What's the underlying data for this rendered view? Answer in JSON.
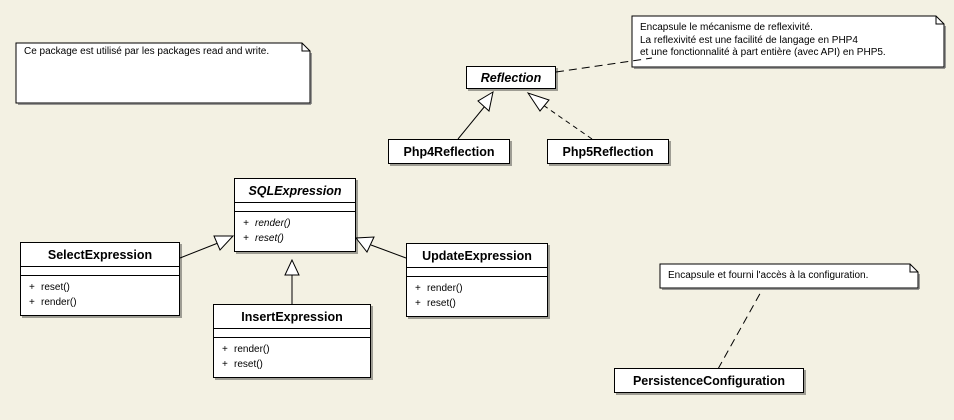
{
  "notes": {
    "package": "Ce package est utilisé par les packages read and write.",
    "reflection": [
      "Encapsule le mécanisme de reflexivité.",
      "La reflexivité est une facilité de langage en PHP4",
      "et une fonctionnalité à part entière (avec API) en PHP5."
    ],
    "config": "Encapsule et fourni l'accès à la configuration."
  },
  "classes": {
    "reflection": {
      "name": "Reflection"
    },
    "php4": {
      "name": "Php4Reflection"
    },
    "php5": {
      "name": "Php5Reflection"
    },
    "sql": {
      "name": "SQLExpression",
      "ops": [
        {
          "vis": "+",
          "sig": "render()"
        },
        {
          "vis": "+",
          "sig": "reset()"
        }
      ]
    },
    "select": {
      "name": "SelectExpression",
      "ops": [
        {
          "vis": "+",
          "sig": "reset()"
        },
        {
          "vis": "+",
          "sig": "render()"
        }
      ]
    },
    "update": {
      "name": "UpdateExpression",
      "ops": [
        {
          "vis": "+",
          "sig": "render()"
        },
        {
          "vis": "+",
          "sig": "reset()"
        }
      ]
    },
    "insert": {
      "name": "InsertExpression",
      "ops": [
        {
          "vis": "+",
          "sig": "render()"
        },
        {
          "vis": "+",
          "sig": "reset()"
        }
      ]
    },
    "config": {
      "name": "PersistenceConfiguration"
    }
  }
}
